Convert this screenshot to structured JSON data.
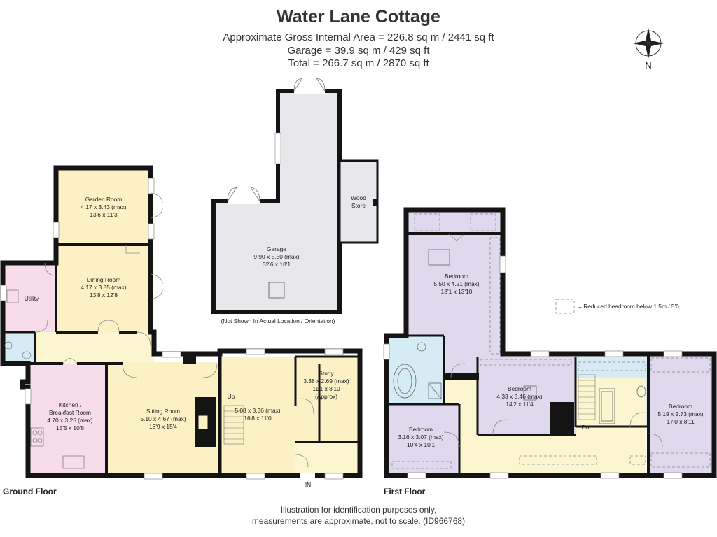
{
  "header": {
    "title": "Water Lane Cottage",
    "area_line": "Approximate Gross Internal Area = 226.8 sq m / 2441 sq ft",
    "garage_line": "Garage = 39.9 sq m / 429 sq ft",
    "total_line": "Total = 266.7 sq m / 2870 sq ft"
  },
  "compass": {
    "north_label": "N"
  },
  "ground_floor": {
    "label": "Ground Floor",
    "garden_room": {
      "name": "Garden Room",
      "dims": "4.17 x 3.43 (max)",
      "imperial": "13'6 x 11'3"
    },
    "dining_room": {
      "name": "Dining Room",
      "dims": "4.17 x 3.85 (max)",
      "imperial": "13'8 x 12'8"
    },
    "utility": {
      "name": "Utility"
    },
    "kitchen": {
      "name1": "Kitchen /",
      "name2": "Breakfast Room",
      "dims": "4.70 x 3.25 (max)",
      "imperial": "15'5 x 10'8"
    },
    "sitting_room": {
      "name": "Sitting Room",
      "dims": "5.10 x 4.67 (max)",
      "imperial": "16'9 x 15'4"
    },
    "lounge": {
      "dims": "5.08 x 3.36 (max)",
      "imperial": "16'8 x 11'0"
    },
    "study": {
      "name": "Study",
      "dims": "3.38 x 2.69 (max)",
      "imperial": "11'1 x 8'10",
      "approx": "(Approx)"
    },
    "stair_up": "Up",
    "entrance": "IN"
  },
  "garage": {
    "name": "Garage",
    "dims": "9.90 x 5.50 (max)",
    "imperial": "32'6 x 18'1",
    "note": "(Not Shown In Actual Location / Orientation)",
    "wood_store_1": "Wood",
    "wood_store_2": "Store"
  },
  "first_floor": {
    "label": "First Floor",
    "bedroom_main": {
      "name": "Bedroom",
      "dims": "5.50 x 4.21 (max)",
      "imperial": "18'1 x 13'10"
    },
    "bedroom_mid": {
      "name": "Bedroom",
      "dims": "4.33 x 3.46 (max)",
      "imperial": "14'2 x 11'4"
    },
    "bedroom_right": {
      "name": "Bedroom",
      "dims": "5.19 x 2.73 (max)",
      "imperial": "17'0 x 8'11"
    },
    "bedroom_small": {
      "name": "Bedroom",
      "dims": "3.16 x 3.07 (max)",
      "imperial": "10'4 x 10'1"
    },
    "stair_down": "Dn"
  },
  "legend": {
    "text": "= Reduced headroom below 1.5m / 5'0"
  },
  "footer": {
    "line1": "Illustration for identification purposes only,",
    "line2": "measurements are approximate, not to scale. (ID966768)"
  },
  "colors": {
    "wall": "#141414",
    "hall_yellow": "#fbf6cf",
    "room_yellow": "#fbf1c4",
    "utility_pink": "#f7dcec",
    "bath_blue": "#d5ecf5",
    "bedroom_purple": "#e0d8ec",
    "garage_grey": "#e8e7ec"
  }
}
